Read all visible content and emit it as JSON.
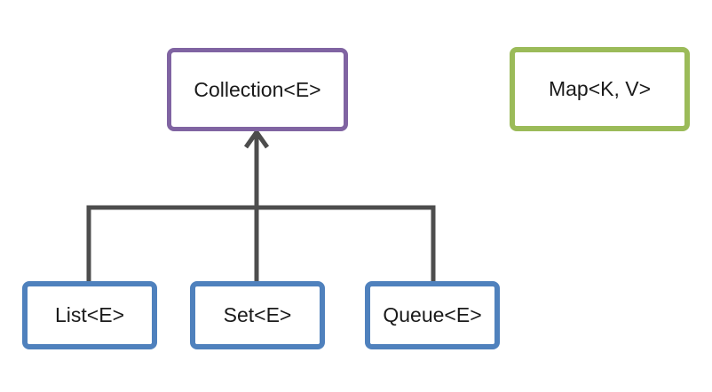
{
  "diagram": {
    "type": "class-hierarchy",
    "background": "#ffffff",
    "connector_color": "#4d4d4d",
    "nodes": {
      "collection": {
        "label": "Collection<E>",
        "border_color": "#8064A2"
      },
      "map": {
        "label": "Map<K, V>",
        "border_color": "#9BBB59"
      },
      "list": {
        "label": "List<E>",
        "border_color": "#4F81BD"
      },
      "set": {
        "label": "Set<E>",
        "border_color": "#4F81BD"
      },
      "queue": {
        "label": "Queue<E>",
        "border_color": "#4F81BD"
      }
    },
    "edges": [
      {
        "from": "list",
        "to": "collection",
        "style": "elbow",
        "arrowhead": "open-chevron"
      },
      {
        "from": "set",
        "to": "collection",
        "style": "straight",
        "arrowhead": "open-chevron"
      },
      {
        "from": "queue",
        "to": "collection",
        "style": "elbow",
        "arrowhead": "open-chevron"
      }
    ]
  }
}
